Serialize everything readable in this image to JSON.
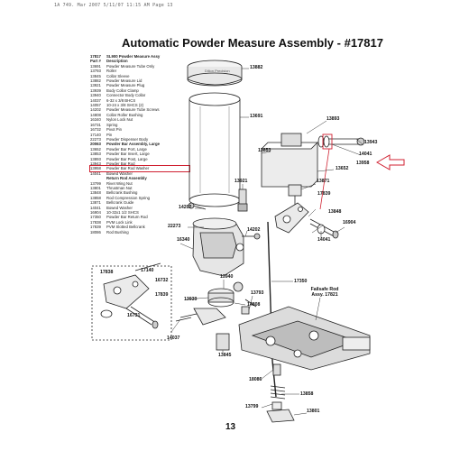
{
  "header_meta": "1A 749. Mar 2007   5/11/07   11:15 AM   Page 13",
  "title": "Automatic Powder Measure Assembly - #17817",
  "parts_list": {
    "assembly_number": "17817",
    "assembly_name": "SL900 Powder Measure Assy",
    "col_part": "Part #",
    "col_desc": "Description",
    "rows": [
      {
        "num": "13691",
        "desc": "Powder Measure Tube Only"
      },
      {
        "num": "13793",
        "desc": "Roller"
      },
      {
        "num": "13845",
        "desc": "Collar Sleeve"
      },
      {
        "num": "13882",
        "desc": "Powder Measure Lid"
      },
      {
        "num": "13921",
        "desc": "Powder Measure Plug"
      },
      {
        "num": "13939",
        "desc": "Body Collar Clamp"
      },
      {
        "num": "13940",
        "desc": "Connector Body Collar"
      },
      {
        "num": "14037",
        "desc": "6-32 x 3/8 BHCS"
      },
      {
        "num": "14057",
        "desc": "10-24 x 3/8 SHCS (2)"
      },
      {
        "num": "14202",
        "desc": "Powder Measure Tube Screws"
      },
      {
        "num": "14808",
        "desc": "Collar Roller Bushing"
      },
      {
        "num": "16340",
        "desc": "Nylon Lock Nut"
      },
      {
        "num": "16731",
        "desc": "Spring"
      },
      {
        "num": "16732",
        "desc": "Pivot Pin"
      },
      {
        "num": "17140",
        "desc": "Pin"
      },
      {
        "num": "22273",
        "desc": "Powder Dispenser Body"
      },
      {
        "num": "20063",
        "desc": "Powder Bar Assembly, Large",
        "bold": true
      },
      {
        "num": "13652",
        "desc": "Powder Bar Port, Large"
      },
      {
        "num": "13853",
        "desc": "Powder Bar Insert, Large"
      },
      {
        "num": "13893",
        "desc": "Powder Bar Post, Large"
      },
      {
        "num": "13943",
        "desc": "Powder Bar Rod"
      },
      {
        "num": "13958",
        "desc": "Powder Bar Rod Washer",
        "highlight": true
      },
      {
        "num": "14041",
        "desc": "Bowed Washer"
      },
      {
        "num": "",
        "desc": "Return Rod Assembly",
        "bold": true
      },
      {
        "num": "13799",
        "desc": "Rivet Wing Nut"
      },
      {
        "num": "13801",
        "desc": "Thrustman Nut"
      },
      {
        "num": "13848",
        "desc": "Bellcrank Bushing"
      },
      {
        "num": "13858",
        "desc": "Rod Compression Spring"
      },
      {
        "num": "13871",
        "desc": "Bellcrank Guide"
      },
      {
        "num": "14041",
        "desc": "Bowed Washer"
      },
      {
        "num": "16904",
        "desc": "10-32x1 1/2 SHCS"
      },
      {
        "num": "17350",
        "desc": "Powder Bar Return Rod"
      },
      {
        "num": "17838",
        "desc": "PVM Lock Link"
      },
      {
        "num": "17839",
        "desc": "PVM Slotted Bellcrank"
      },
      {
        "num": "18086",
        "desc": "Rod Bushing"
      }
    ]
  },
  "labels": {
    "l13882": "13882",
    "l13691": "13691",
    "l13893": "13893",
    "l13853": "13853",
    "l13943": "13943",
    "l14041a": "14041",
    "l13958": "13958",
    "l13652": "13652",
    "l13921": "13921",
    "l13871": "13871",
    "l17839a": "17839",
    "l14202a": "14202",
    "l22273": "22273",
    "l13848": "13848",
    "l16904": "16904",
    "l16340": "16340",
    "l14202b": "14202",
    "l14041b": "14041",
    "l17838": "17838",
    "l17140": "17140",
    "l16732": "16732",
    "l17839b": "17839",
    "l16731": "16731",
    "l13940": "13940",
    "l17350": "17350",
    "l13793": "13793",
    "l13939": "13939",
    "l14808": "14808",
    "l14037": "14037",
    "l13845": "13845",
    "l18086": "18086",
    "l13858": "13858",
    "l13799": "13799",
    "l13801": "13801"
  },
  "failsafe_label": "Failsafe Rod\nAssy. 17821",
  "lid_text": "Dillon Precision",
  "page_number": "13",
  "colors": {
    "highlight": "#d02030",
    "arrow": "#d02030"
  }
}
